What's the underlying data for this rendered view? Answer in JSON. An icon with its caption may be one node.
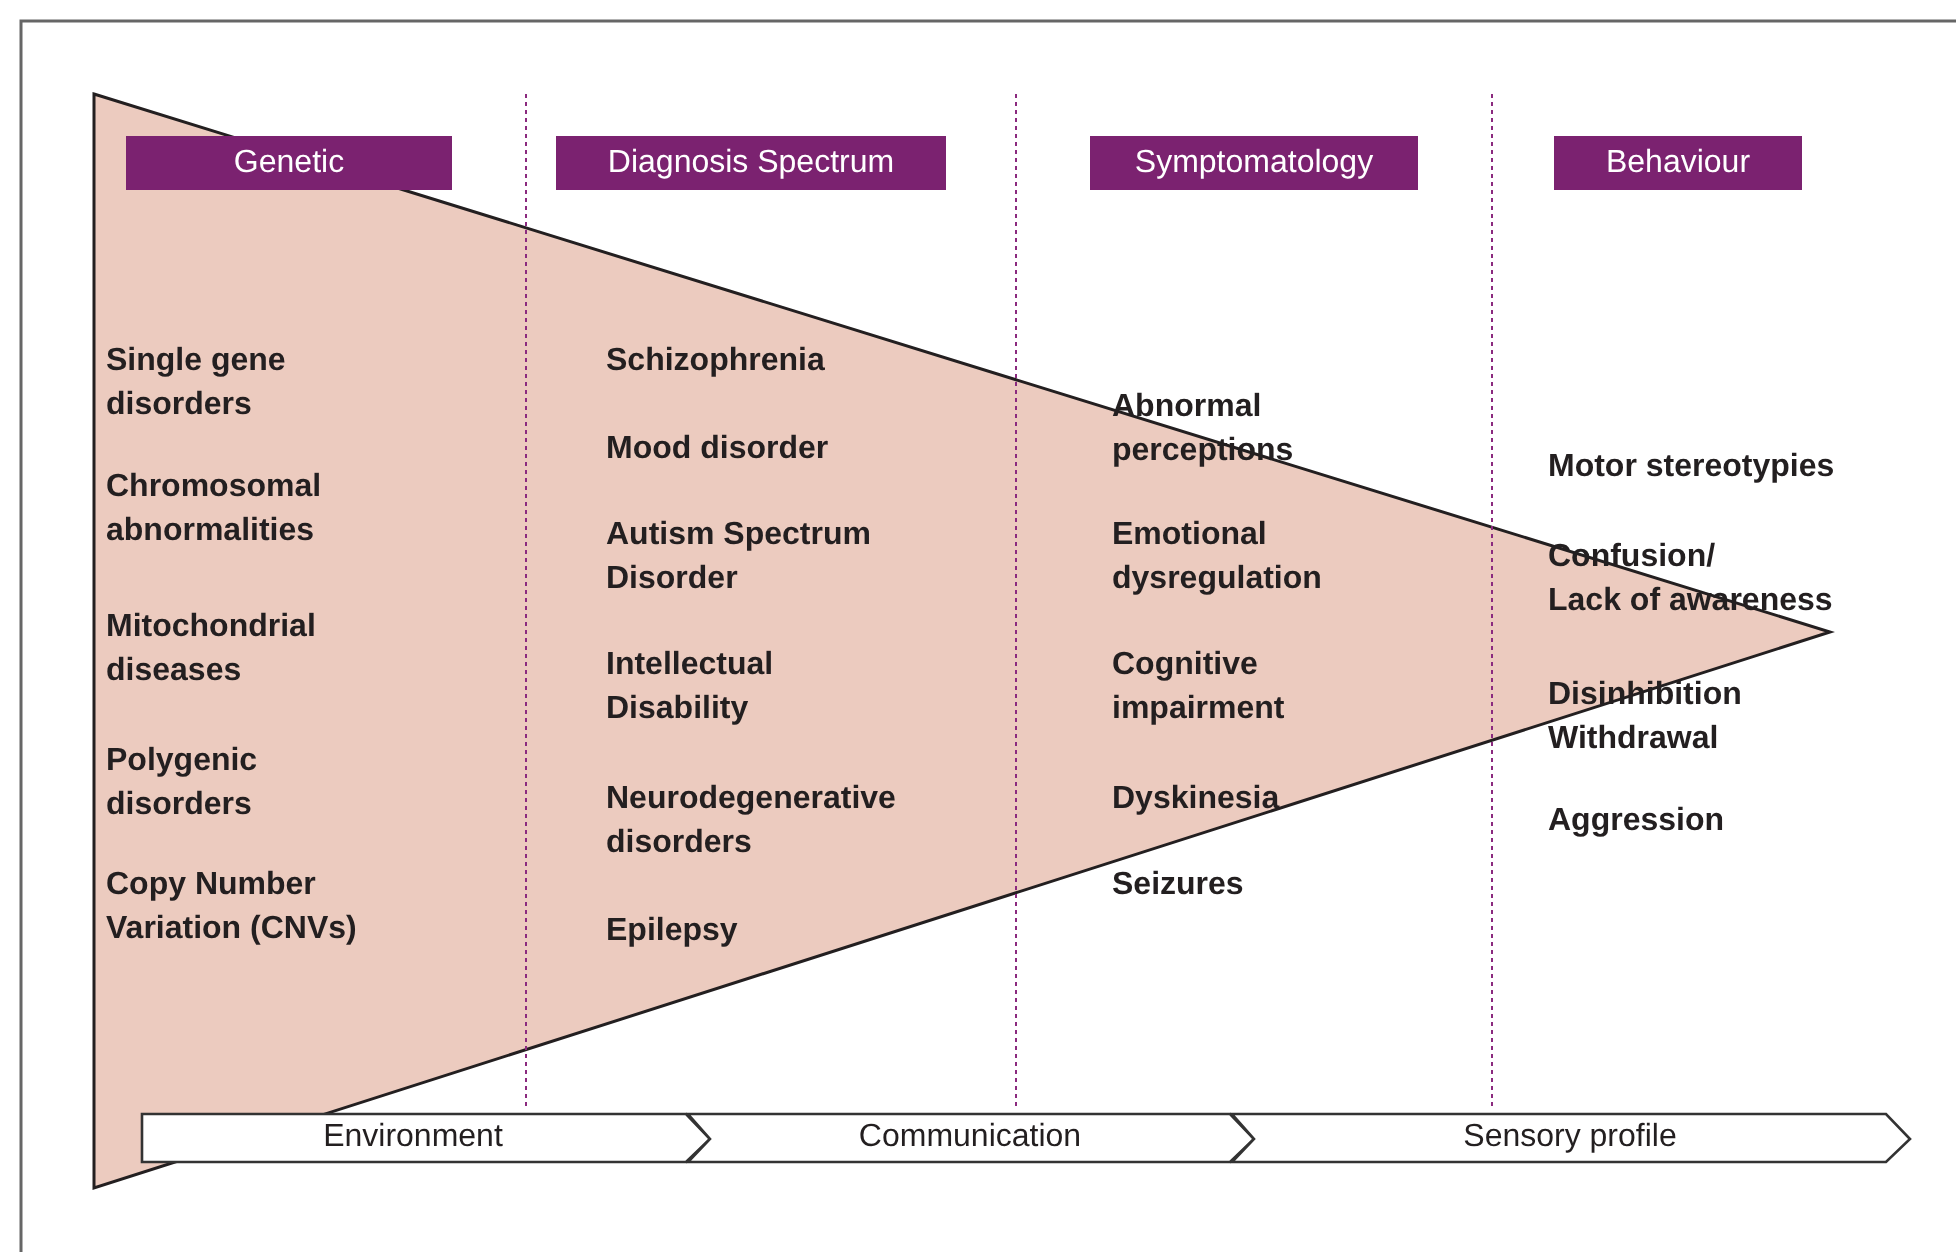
{
  "diagram": {
    "nodes": [
      {
        "text": [
          "Genetic"
        ]
      },
      {
        "text": [
          "Diagnosis Spectrum"
        ]
      },
      {
        "text": [
          "Symptomatology"
        ]
      },
      {
        "text": [
          "Behaviour"
        ]
      },
      {
        "text": [
          "Environment"
        ]
      },
      {
        "text": [
          "Communication"
        ]
      },
      {
        "text": [
          "Sensory profile"
        ]
      }
    ],
    "labels": [
      "Single gene disorders",
      "Chromosomal abnormalities",
      "Mitochondrial diseases",
      "Polygenic disorders",
      "Copy Number Variation (CNVs)",
      "Schizophrenia",
      "Mood disorder",
      "Autism Spectrum Disorder",
      "Intellectual Disability",
      "Neurodegenerative disorders",
      "Epilepsy",
      "Abnormal perceptions",
      "Emotional dysregulation",
      "Cognitive impairment",
      "Dyskinesia",
      "Seizures",
      "Motor stereotypies",
      "Confusion/ Lack of awareness",
      "Disinhibition Withdrawal",
      "Aggression"
    ]
  }
}
